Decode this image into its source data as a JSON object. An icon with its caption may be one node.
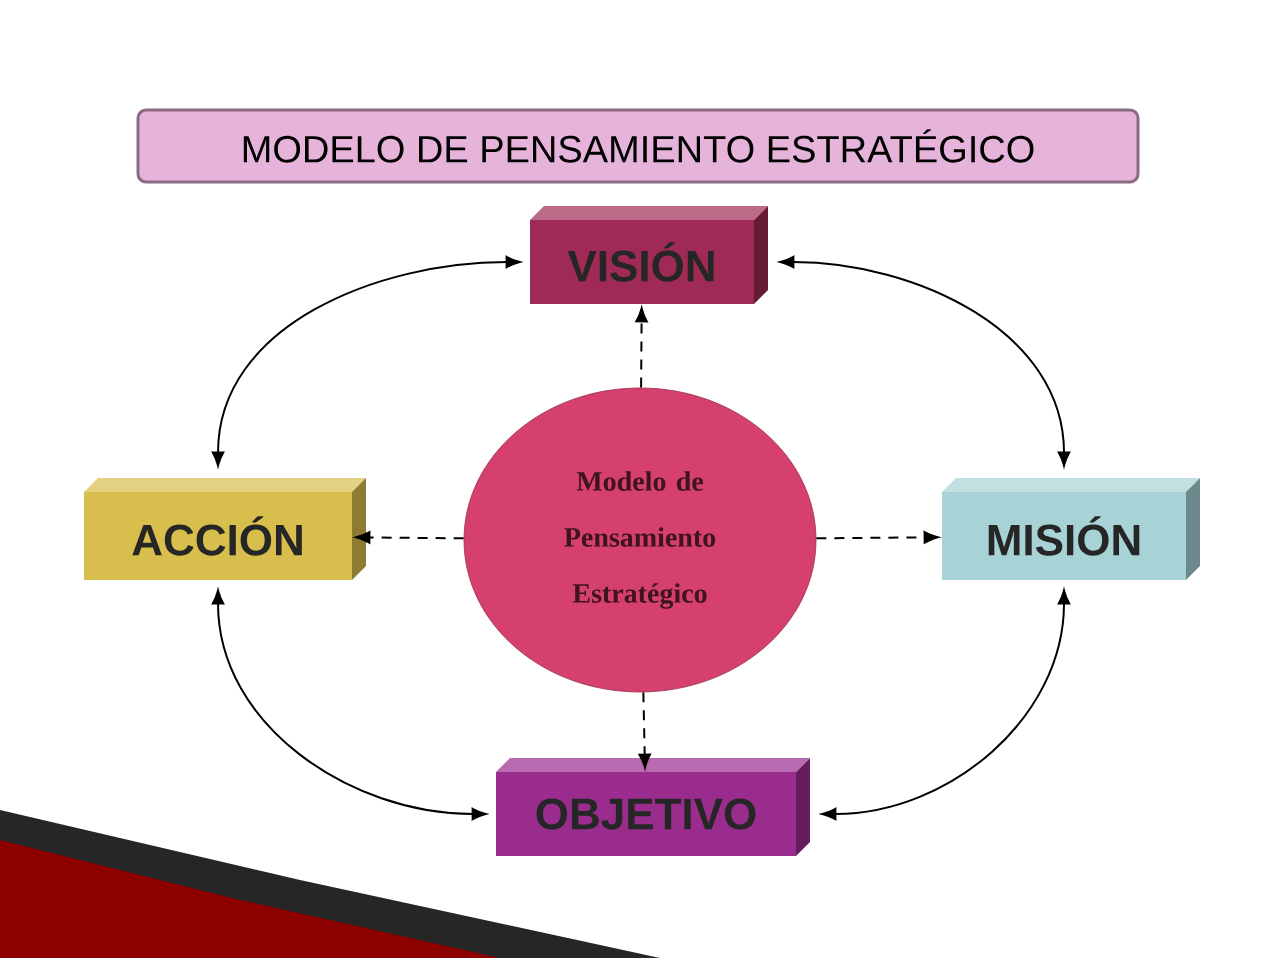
{
  "diagram": {
    "nodes": [
      {
        "text": [
          "MODELO DE PENSAMIENTO ESTRATÉGICO"
        ]
      },
      {
        "text": [
          "VISIÓN"
        ]
      },
      {
        "text": [
          "ACCIÓN"
        ]
      },
      {
        "text": [
          "Modelo de Pensamiento Estratégico"
        ]
      },
      {
        "text": [
          "MISIÓN"
        ]
      },
      {
        "text": [
          "OBJETIVO"
        ]
      }
    ],
    "edges": [
      {
        "from": 3,
        "to": 1,
        "arrow": "to",
        "style": "dashed"
      },
      {
        "from": 3,
        "to": 2,
        "arrow": "to",
        "style": "dashed"
      },
      {
        "from": 3,
        "to": 4,
        "arrow": "to",
        "style": "dashed"
      },
      {
        "from": 3,
        "to": 5,
        "arrow": "to",
        "style": "dashed"
      },
      {
        "from": 1,
        "to": 4,
        "arrow": "both"
      },
      {
        "from": 4,
        "to": 5,
        "arrow": "both"
      },
      {
        "from": 5,
        "to": 2,
        "arrow": "both"
      },
      {
        "from": 2,
        "to": 1,
        "arrow": "both"
      }
    ]
  }
}
